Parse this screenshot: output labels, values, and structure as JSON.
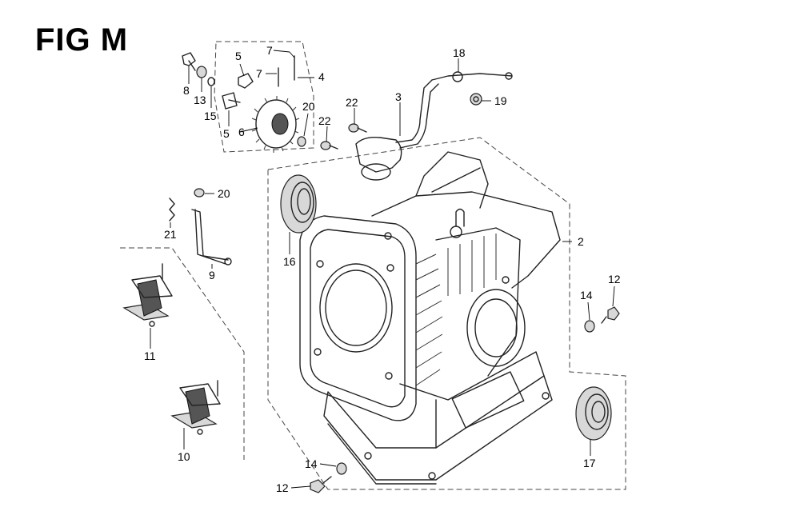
{
  "figure": {
    "title": "FIG M"
  },
  "callouts": [
    {
      "id": "c8",
      "text": "8"
    },
    {
      "id": "c13",
      "text": "13"
    },
    {
      "id": "c15",
      "text": "15"
    },
    {
      "id": "c5a",
      "text": "5"
    },
    {
      "id": "c5b",
      "text": "5"
    },
    {
      "id": "c6",
      "text": "6"
    },
    {
      "id": "c7a",
      "text": "7"
    },
    {
      "id": "c7b",
      "text": "7"
    },
    {
      "id": "c4",
      "text": "4"
    },
    {
      "id": "c20a",
      "text": "20"
    },
    {
      "id": "c22a",
      "text": "22"
    },
    {
      "id": "c22b",
      "text": "22"
    },
    {
      "id": "c3",
      "text": "3"
    },
    {
      "id": "c18",
      "text": "18"
    },
    {
      "id": "c19",
      "text": "19"
    },
    {
      "id": "c20b",
      "text": "20"
    },
    {
      "id": "c21",
      "text": "21"
    },
    {
      "id": "c9",
      "text": "9"
    },
    {
      "id": "c16",
      "text": "16"
    },
    {
      "id": "c2",
      "text": "2"
    },
    {
      "id": "c14a",
      "text": "14"
    },
    {
      "id": "c12a",
      "text": "12"
    },
    {
      "id": "c11",
      "text": "11"
    },
    {
      "id": "c10",
      "text": "10"
    },
    {
      "id": "c17",
      "text": "17"
    },
    {
      "id": "c14b",
      "text": "14"
    },
    {
      "id": "c12b",
      "text": "12"
    }
  ]
}
